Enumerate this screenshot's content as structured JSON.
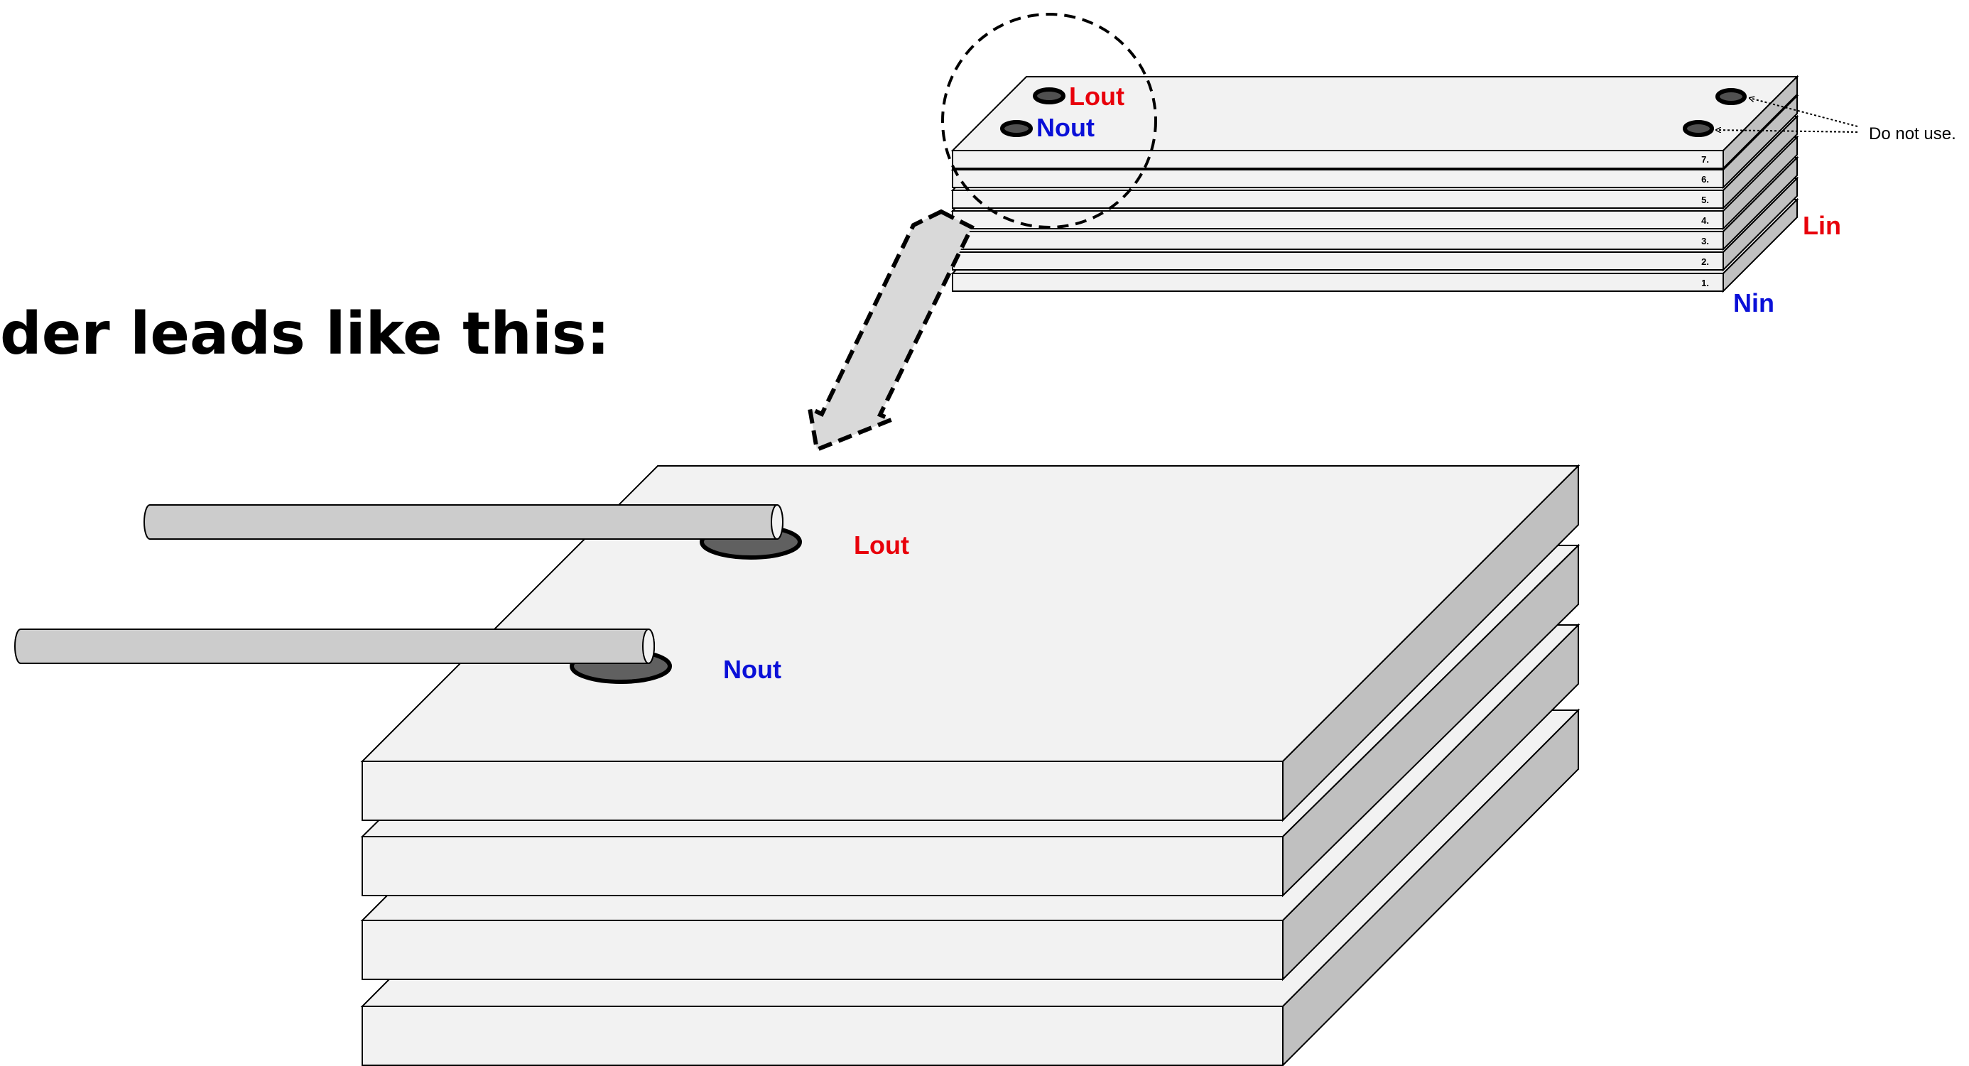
{
  "heading": "der leads like this:",
  "colors": {
    "red": "#e8000b",
    "blue": "#0a10d8",
    "plate_top": "#f2f2f2",
    "plate_side": "#c0c0c0",
    "lead": "#cccccc",
    "pad": "#606060"
  },
  "small_stack": {
    "lout": "Lout",
    "nout": "Nout",
    "lin": "Lin",
    "nin": "Nin",
    "note": "Do not use.",
    "layers": [
      "1.",
      "2.",
      "3.",
      "4.",
      "5.",
      "6.",
      "7."
    ]
  },
  "large_stack": {
    "lout": "Lout",
    "nout": "Nout"
  }
}
